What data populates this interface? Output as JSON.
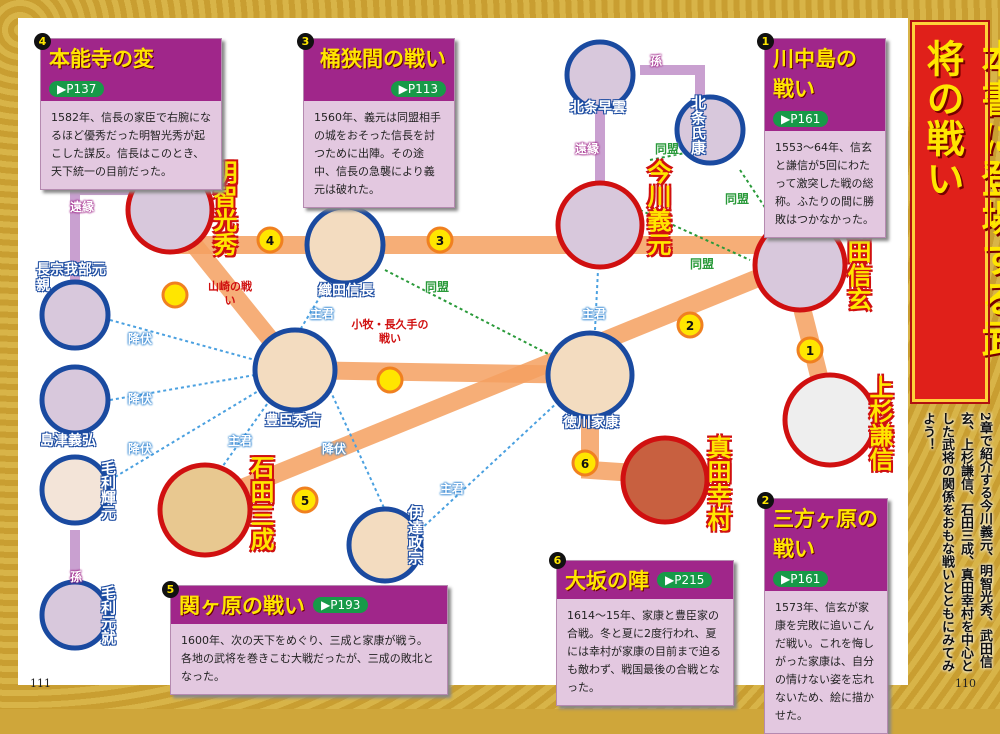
{
  "title": "本書に登場する武将の戦い",
  "intro": "2章で紹介する今川義元、明智光秀、武田信玄、上杉謙信、石田三成、真田幸村を中心とした武将の関係をおもな戦いとともにみてみよう！",
  "page_left": "111",
  "page_right": "110",
  "battles": [
    {
      "num": "4",
      "title": "本能寺の変",
      "page": "▶P137",
      "text": "1582年、信長の家臣で右腕になるほど優秀だった明智光秀が起こした謀反。信長はこのとき、天下統一の目前だった。"
    },
    {
      "num": "3",
      "title": "桶狭間の戦い",
      "page": "▶P113",
      "text": "1560年、義元は同盟相手の城をおそった信長を討つために出陣。その途中、信長の急襲により義元は破れた。"
    },
    {
      "num": "1",
      "title": "川中島の戦い",
      "page": "▶P161",
      "text": "1553～64年、信玄と謙信が5回にわたって激突した戦の総称。ふたりの間に勝敗はつかなかった。"
    },
    {
      "num": "2",
      "title": "三方ヶ原の戦い",
      "page": "▶P161",
      "text": "1573年、信玄が家康を完敗に追いこんだ戦い。これを悔しがった家康は、自分の情けない姿を忘れないため、絵に描かせた。"
    },
    {
      "num": "5",
      "title": "関ヶ原の戦い",
      "page": "▶P193",
      "text": "1600年、次の天下をめぐり、三成と家康が戦う。各地の武将を巻きこむ大戦だったが、三成の敗北となった。"
    },
    {
      "num": "6",
      "title": "大坂の陣",
      "page": "▶P215",
      "text": "1614～15年、家康と豊臣家の合戦。冬と夏に2度行われ、夏には幸村が家康の目前まで迫るも敵わず、戦国最後の合戦となった。"
    }
  ],
  "warlords": {
    "akechi": "明智光秀",
    "oda": "織田信長",
    "chosokabe": "長宗我部元親",
    "shimazu": "島津義弘",
    "mori_t": "毛利輝元",
    "mori_m": "毛利元就",
    "toyotomi": "豊臣秀吉",
    "ishida": "石田三成",
    "date": "伊達政宗",
    "tokugawa": "徳川家康",
    "imagawa": "今川義元",
    "hojo_s": "北条早雲",
    "hojo_u": "北条氏康",
    "takeda": "武田信玄",
    "uesugi": "上杉謙信",
    "sanada": "真田幸村"
  },
  "relations": {
    "enen": "遠縁",
    "mago": "孫",
    "domei": "同盟",
    "shukun": "主君",
    "kofuku": "降伏"
  },
  "map_battles": {
    "yamazaki": "山崎の戦い",
    "komaki": "小牧・長久手の戦い"
  },
  "markers": [
    "1",
    "2",
    "3",
    "4",
    "5",
    "6"
  ],
  "colors": {
    "purple": "#a0268a",
    "gold": "#ffe600",
    "red": "#d01010",
    "orange": "#f5a060"
  }
}
